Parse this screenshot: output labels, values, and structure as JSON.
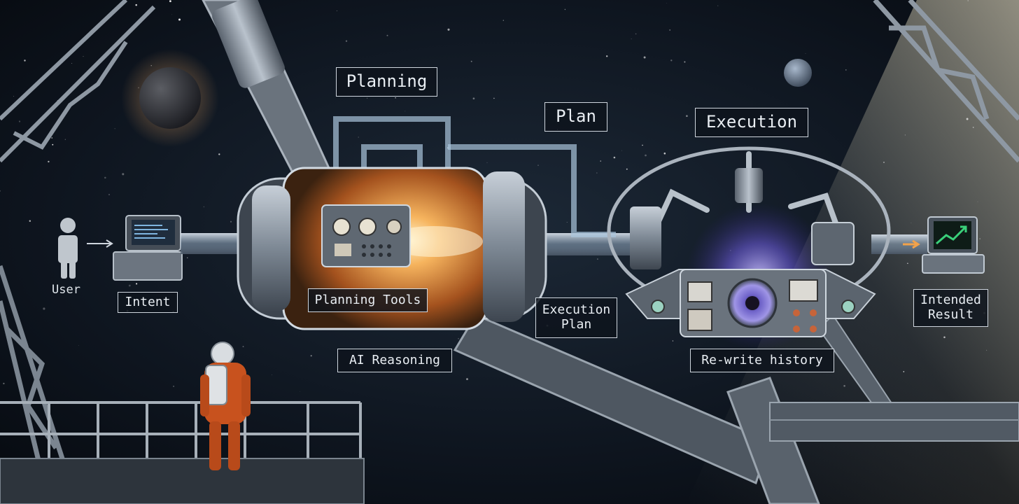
{
  "labels": {
    "user": "User",
    "intent": "Intent",
    "planning": "Planning",
    "planning_tools": "Planning Tools",
    "ai_reasoning": "AI Reasoning",
    "plan": "Plan",
    "execution_plan": "Execution\nPlan",
    "execution": "Execution",
    "rewrite_history": "Re-write history",
    "intended_result": "Intended\nResult"
  },
  "colors": {
    "space": "#0b1018",
    "glow": "#f2a24a",
    "portal": "#6a5ad8",
    "astronaut_suit": "#c8521e",
    "screen_green": "#3ad07a",
    "metal": "#8a96a4"
  }
}
